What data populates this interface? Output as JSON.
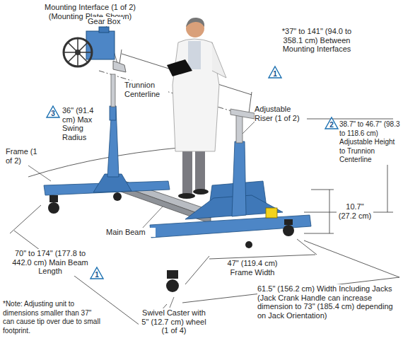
{
  "diagram": {
    "labels": [
      "Mounting Interface (1 of 2) (Mounting Plate Shown)",
      "Gear Box",
      "1",
      "*37\" to 141\" (94.0 to 358.1 cm) Between Mounting Interfaces",
      "Trunnion Centerline",
      "3",
      "36\" (91.4 cm) Max Swing Radius",
      "Adjustable Riser (1 of 2)",
      "2",
      "38.7\" to 46.7\" (98.3 to 118.6 cm) Adjustable Height to Trunnion Centerline",
      "Frame (1 of 2)",
      "10.7\" (27.2 cm)",
      "Main Beam",
      "70\" to 174\" (177.8 to 442.0 cm) Main Beam Length",
      "1",
      "47\" (119.4 cm) Frame Width",
      "61.5\" (156.2 cm) Width Including Jacks (Jack Crank Handle can increase dimension to 73\" (185.4 cm) depending on Jack Orientation)",
      "*Note: Adjusting unit to dimensions smaller than 37\" can cause tip over due to small footprint.",
      "Swivel Caster with 5\" (12.7 cm) wheel (1 of 4)"
    ]
  }
}
